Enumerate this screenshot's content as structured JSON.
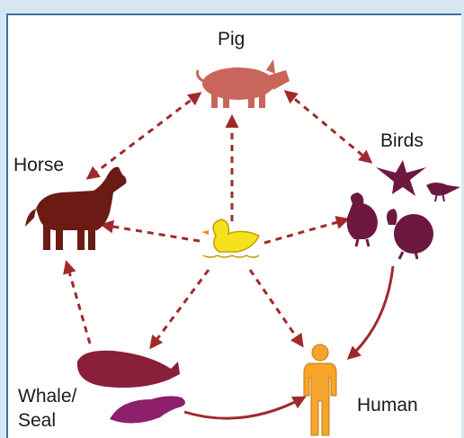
{
  "labels": {
    "pig": "Pig",
    "birds": "Birds",
    "horse": "Horse",
    "whale_line1": "Whale/",
    "seal_line2": "Seal",
    "human": "Human"
  },
  "colors": {
    "background": "#d7e7f1",
    "panel_border": "#3b6fa8",
    "arrow": "#a02a2a",
    "pig": "#c9655a",
    "horse": "#6b1a14",
    "birds": "#6e1840",
    "whale": "#8a1f3a",
    "seal": "#8e1f6a",
    "human": "#f7a52a",
    "duck": "#f5e11c"
  },
  "icons": [
    "pig-icon",
    "horse-icon",
    "birds-icon",
    "duck-icon",
    "whale-icon",
    "seal-icon",
    "human-icon"
  ]
}
